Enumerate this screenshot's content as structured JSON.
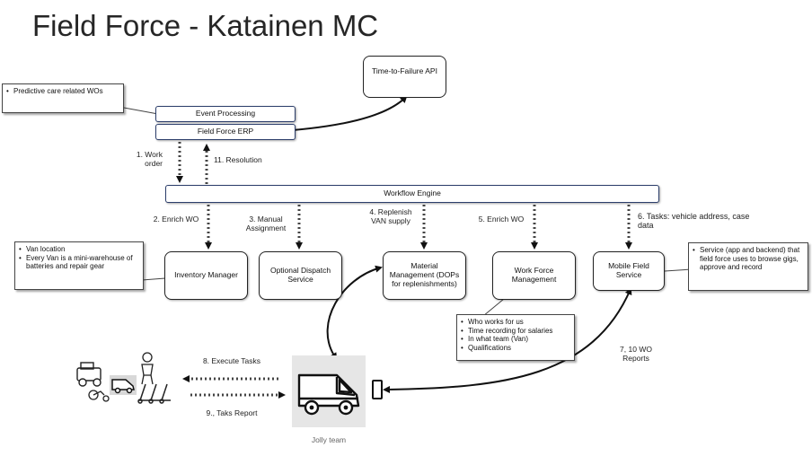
{
  "title": "Field Force - Katainen MC",
  "boxes": {
    "ttf_api": "Time-to-Failure API",
    "event_processing": "Event Processing",
    "field_force_erp": "Field Force ERP",
    "workflow_engine": "Workflow Engine",
    "inventory_manager": "Inventory Manager",
    "optional_dispatch": "Optional Dispatch Service",
    "material_management": "Material Management (DOPs for replenishments)",
    "work_force_management": "Work Force Management",
    "mobile_field_service": "Mobile Field Service"
  },
  "notes": {
    "predictive": [
      "Predictive care related WOs"
    ],
    "van": [
      "Van location",
      "Every Van is a mini-warehouse of batteries and repair gear"
    ],
    "service": [
      "Service (app and backend) that field force uses to browse gigs, approve and record"
    ],
    "workforce": [
      "Who works for us",
      "Time recording for salaries",
      "In what team (Van)",
      "Qualifications"
    ]
  },
  "labels": {
    "work_order": "1. Work order",
    "resolution": "11. Resolution",
    "enrich_wo_2": "2. Enrich WO",
    "manual_assignment": "3. Manual Assignment",
    "replenish": "4. Replenish VAN supply",
    "enrich_wo_5": "5. Enrich WO",
    "tasks": "6. Tasks: vehicle address, case data",
    "wo_reports": "7, 10 WO Reports",
    "execute_tasks": "8. Execute Tasks",
    "task_report": "9., Taks Report",
    "jolly_team": "Jolly team"
  },
  "icons": [
    "van-icon",
    "phone-icon",
    "vehicles-icon"
  ]
}
